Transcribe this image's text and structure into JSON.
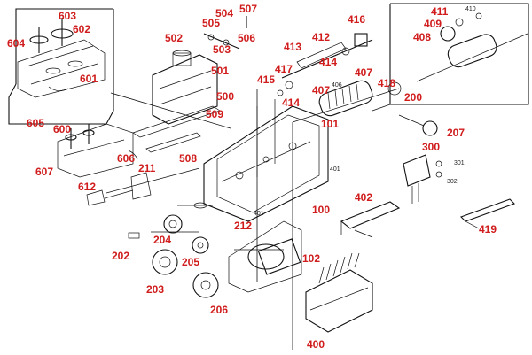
{
  "diagram": {
    "colors": {
      "label": "#d01c1c",
      "ink": "#111111",
      "minor_label": "#222222"
    },
    "labels": {
      "p603": "603",
      "p602": "602",
      "p604": "604",
      "p601": "601",
      "p605": "605",
      "p600": "600",
      "p606": "606",
      "p607": "607",
      "p612": "612",
      "p211": "211",
      "p502": "502",
      "p505": "505",
      "p504": "504",
      "p507": "507",
      "p503": "503",
      "p506": "506",
      "p501": "501",
      "p500": "500",
      "p509": "509",
      "p508": "508",
      "p412": "412",
      "p413": "413",
      "p416": "416",
      "p417": "417",
      "p415": "415",
      "p414a": "414",
      "p414b": "414",
      "p407a": "407",
      "p407b": "407",
      "p418": "418",
      "p200": "200",
      "p101": "101",
      "p207": "207",
      "p300": "300",
      "p402": "402",
      "p100": "100",
      "p212": "212",
      "p204": "204",
      "p202": "202",
      "p205": "205",
      "p203": "203",
      "p206": "206",
      "p102": "102",
      "p400": "400",
      "p419": "419",
      "p411": "411",
      "p409": "409",
      "p408": "408"
    },
    "minor_labels": {
      "m410": "410",
      "m406": "406",
      "m401a": "401",
      "m401b": "401",
      "m301": "301",
      "m302": "302"
    }
  }
}
